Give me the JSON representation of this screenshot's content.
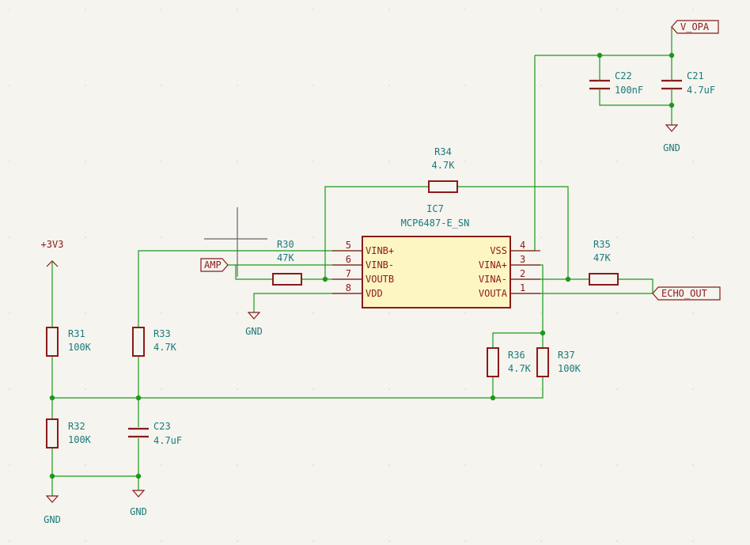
{
  "ic": {
    "ref": "IC7",
    "value": "MCP6487-E_SN",
    "pins_left": [
      {
        "num": "5",
        "name": "VINB+"
      },
      {
        "num": "6",
        "name": "VINB-"
      },
      {
        "num": "7",
        "name": "VOUTB"
      },
      {
        "num": "8",
        "name": "VDD"
      }
    ],
    "pins_right": [
      {
        "num": "4",
        "name": "VSS"
      },
      {
        "num": "3",
        "name": "VINA+"
      },
      {
        "num": "2",
        "name": "VINA-"
      },
      {
        "num": "1",
        "name": "VOUTA"
      }
    ]
  },
  "resistors": {
    "r30": {
      "ref": "R30",
      "value": "47K"
    },
    "r31": {
      "ref": "R31",
      "value": "100K"
    },
    "r32": {
      "ref": "R32",
      "value": "100K"
    },
    "r33": {
      "ref": "R33",
      "value": "4.7K"
    },
    "r34": {
      "ref": "R34",
      "value": "4.7K"
    },
    "r35": {
      "ref": "R35",
      "value": "47K"
    },
    "r36": {
      "ref": "R36",
      "value": "4.7K"
    },
    "r37": {
      "ref": "R37",
      "value": "100K"
    }
  },
  "capacitors": {
    "c21": {
      "ref": "C21",
      "value": "4.7uF"
    },
    "c22": {
      "ref": "C22",
      "value": "100nF"
    },
    "c23": {
      "ref": "C23",
      "value": "4.7uF"
    }
  },
  "nets": {
    "v_opa": "V_OPA",
    "amp": "AMP",
    "echo_out": "ECHO_OUT",
    "vcc": "+3V3",
    "gnd": "GND"
  }
}
